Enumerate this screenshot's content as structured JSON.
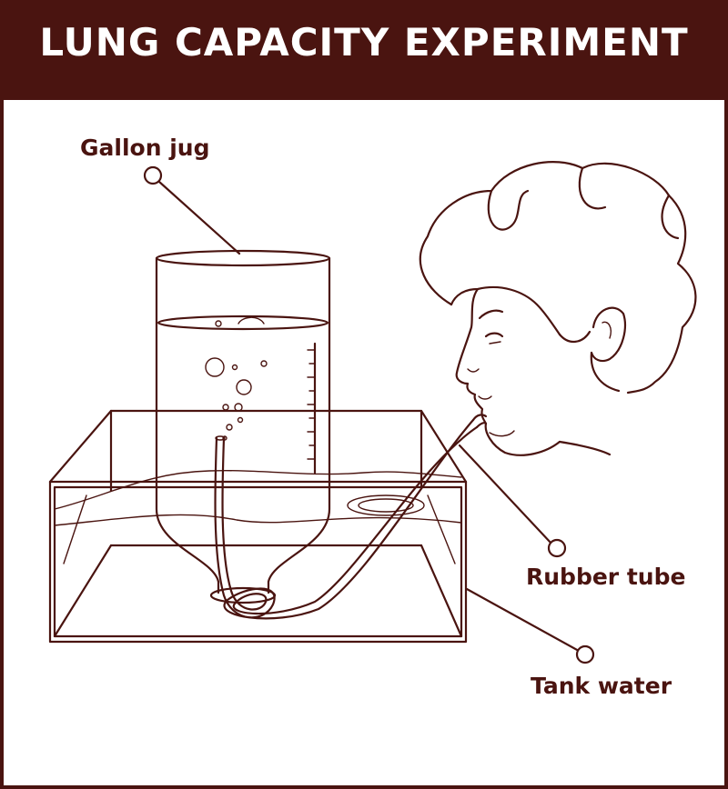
{
  "title": "LUNG CAPACITY EXPERIMENT",
  "labels": {
    "gallon_jug": "Gallon jug",
    "rubber_tube": "Rubber tube",
    "tank_water": "Tank water"
  },
  "colors": {
    "primary": "#4a1410",
    "background": "#ffffff"
  }
}
